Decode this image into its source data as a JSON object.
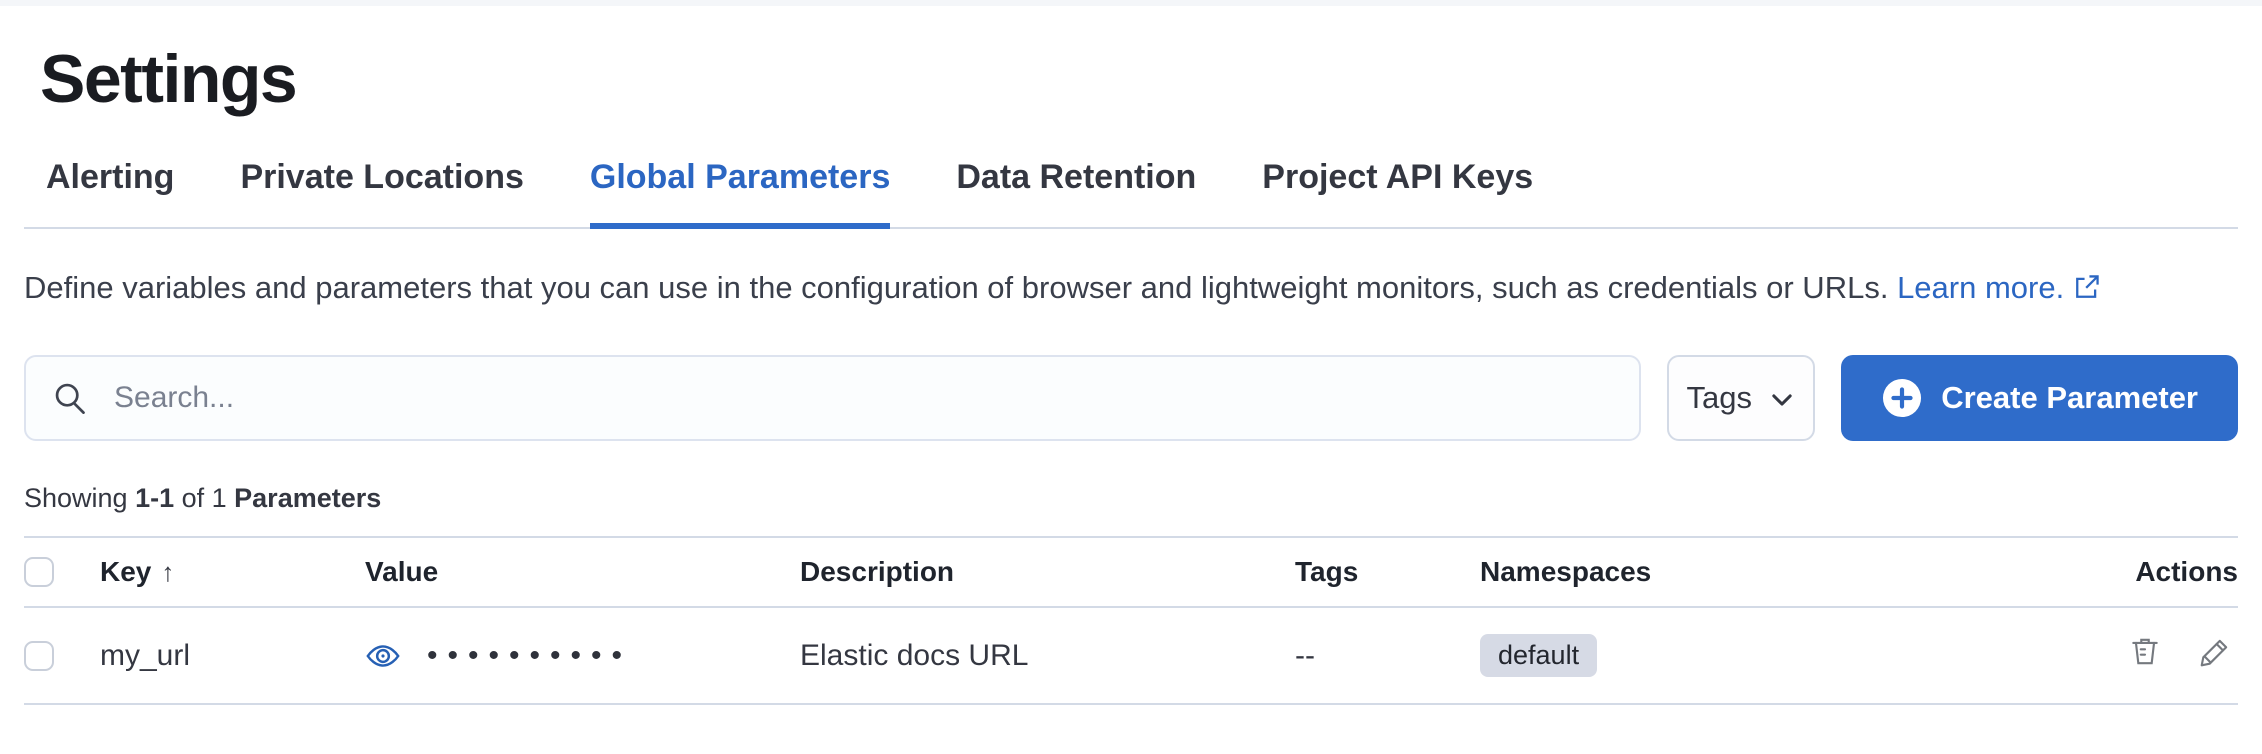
{
  "page": {
    "title": "Settings"
  },
  "tabs": {
    "active": "Global Parameters",
    "items": [
      {
        "label": "Alerting"
      },
      {
        "label": "Private Locations"
      },
      {
        "label": "Global Parameters"
      },
      {
        "label": "Data Retention"
      },
      {
        "label": "Project API Keys"
      }
    ]
  },
  "description": {
    "text": "Define variables and parameters that you can use in the configuration of browser and lightweight monitors, such as credentials or URLs. ",
    "link_label": "Learn more."
  },
  "toolbar": {
    "search_placeholder": "Search...",
    "search_value": "",
    "tags_label": "Tags",
    "create_label": "Create Parameter"
  },
  "summary": {
    "prefix": "Showing ",
    "range": "1-1",
    "middle": " of 1 ",
    "entity": "Parameters"
  },
  "table": {
    "headers": {
      "key": "Key",
      "value": "Value",
      "description": "Description",
      "tags": "Tags",
      "namespaces": "Namespaces",
      "actions": "Actions"
    },
    "sort": {
      "column": "Key",
      "direction": "ascending",
      "arrow": "↑"
    },
    "rows": [
      {
        "key": "my_url",
        "value_masked": "••••••••••",
        "description": "Elastic docs URL",
        "tags": "--",
        "namespace": "default"
      }
    ]
  },
  "icons": {
    "search": "magnifier",
    "tags_chevron": "chevron-down",
    "create_plus": "plus-in-circle",
    "learn_more": "external-link",
    "value_reveal": "eye",
    "delete": "trash",
    "edit": "pencil"
  },
  "theme": {
    "primary": "#2f6cca",
    "link": "#2b66c2",
    "text": "#343741",
    "border": "#d3dae6",
    "badge-bg": "#d6dae5"
  }
}
